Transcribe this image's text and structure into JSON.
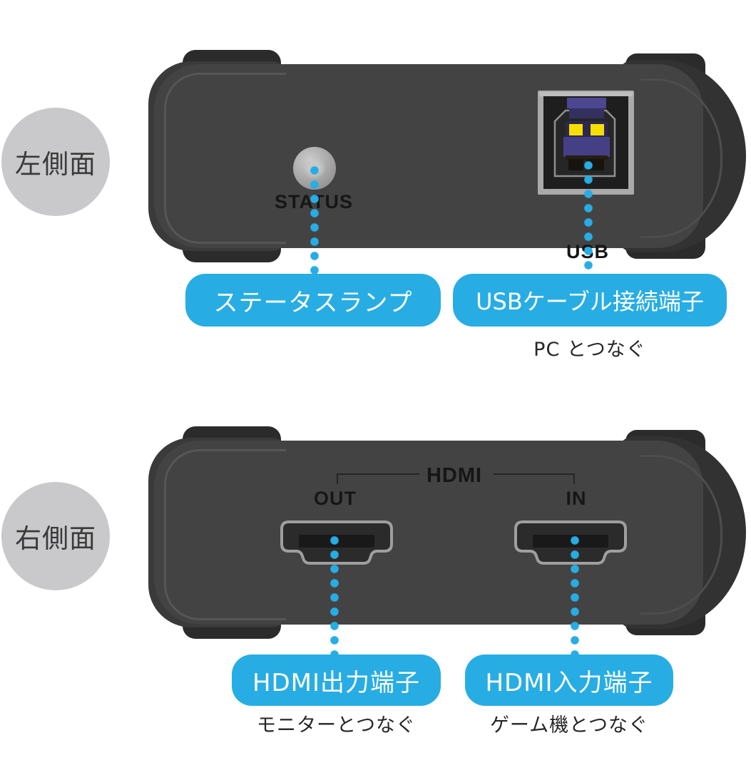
{
  "colors": {
    "accent_blue": "#27ade4",
    "device_body": "#434343",
    "device_cap": "#363636",
    "device_ear": "#2b2b2b",
    "side_circle_bg": "#c9c9cb",
    "print_label": "#161616",
    "callout_text": "#ffffff",
    "usb_purple": "#453f85",
    "usb_contact_yellow": "#f6df00",
    "port_frame_gray": "#aaaaaa"
  },
  "sections": {
    "left_side": {
      "side_label": "左側面",
      "status_print": "STATUS",
      "usb_print": "USB",
      "status_callout": "ステータスランプ",
      "usb_callout": "USBケーブル接続端子",
      "usb_caption": "PC とつなぐ"
    },
    "right_side": {
      "side_label": "右側面",
      "hdmi_print": "HDMI",
      "out_print": "OUT",
      "in_print": "IN",
      "hdmi_out_callout": "HDMI出力端子",
      "hdmi_in_callout": "HDMI入力端子",
      "hdmi_out_caption": "モニターとつなぐ",
      "hdmi_in_caption": "ゲーム機とつなぐ"
    }
  }
}
